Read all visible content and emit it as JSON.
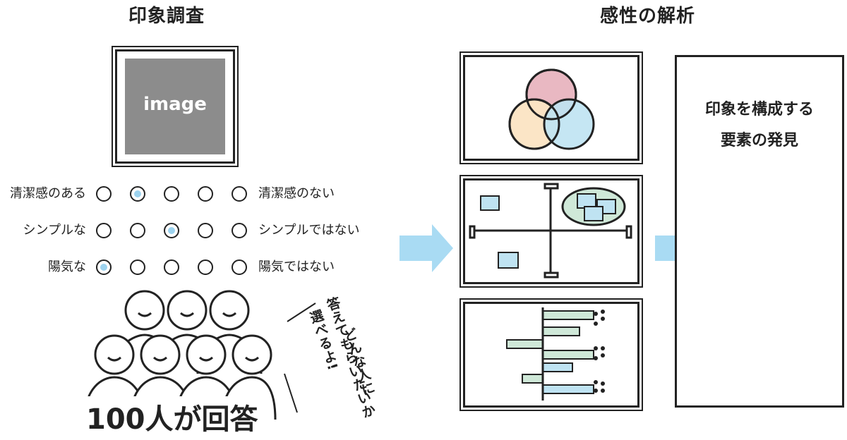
{
  "survey": {
    "title": "印象調査",
    "image_label": "image",
    "scales": [
      {
        "left": "清潔感のある",
        "right": "清潔感のない",
        "selected": 2
      },
      {
        "left": "シンプルな",
        "right": "シンプルではない",
        "selected": 3
      },
      {
        "left": "陽気な",
        "right": "陽気ではない",
        "selected": 1
      }
    ],
    "respondents": "100人が回答",
    "speech_line1": "答えてもらいたいか",
    "speech_line2": "どんな人に",
    "speech_line3": "選べるよ!"
  },
  "analysis": {
    "title": "感性の解析"
  },
  "result": {
    "line1": "印象を構成する",
    "line2": "要素の発見"
  },
  "colors": {
    "arrow": "#a9dbf3",
    "pink": "#e9b8c2",
    "yellow": "#fbe4c3",
    "blue": "#bfe3f2",
    "green": "#cfe8d8",
    "image_gray": "#8c8c8c"
  }
}
